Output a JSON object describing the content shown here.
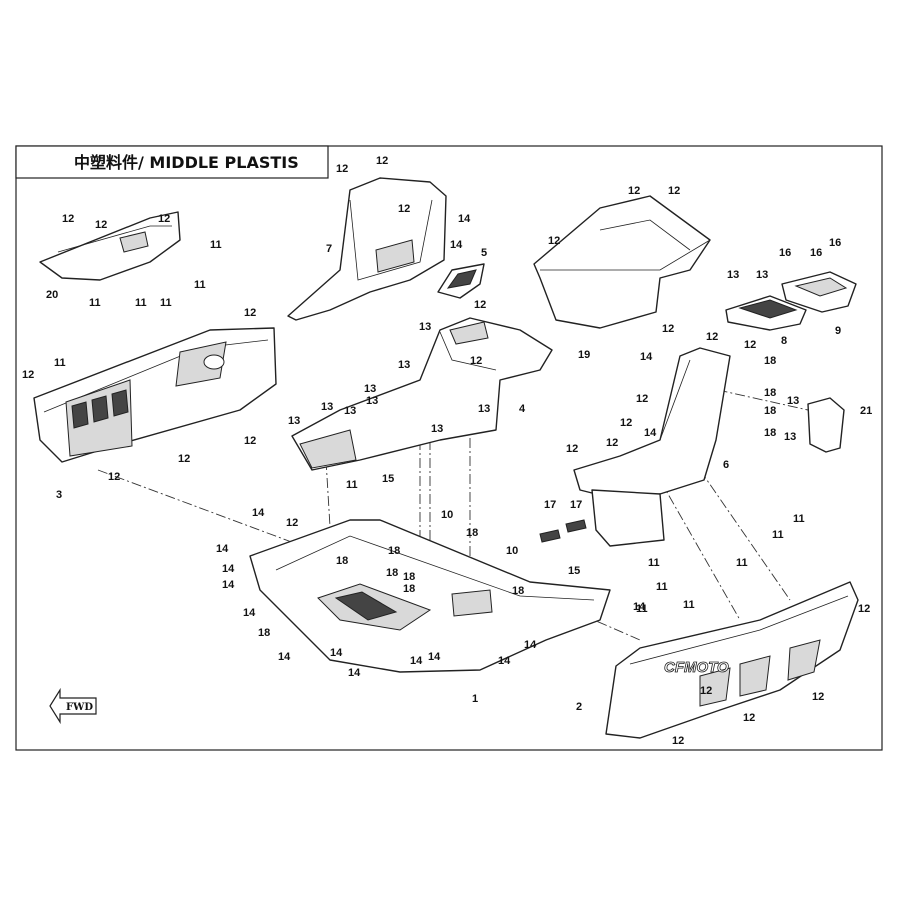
{
  "title": "中塑料件/ MIDDLE PLASTIS",
  "fwd_label": "FWD",
  "brand_text": "CFMOTO",
  "callouts": {
    "p1": "1",
    "p2": "2",
    "p3": "3",
    "p4": "4",
    "p5": "5",
    "p6": "6",
    "p7": "7",
    "p8": "8",
    "p9": "9",
    "p10": "10",
    "p11": "11",
    "p12": "12",
    "p13": "13",
    "p14": "14",
    "p15": "15",
    "p16": "16",
    "p17": "17",
    "p18": "18",
    "p19": "19",
    "p20": "20",
    "p21": "21"
  }
}
